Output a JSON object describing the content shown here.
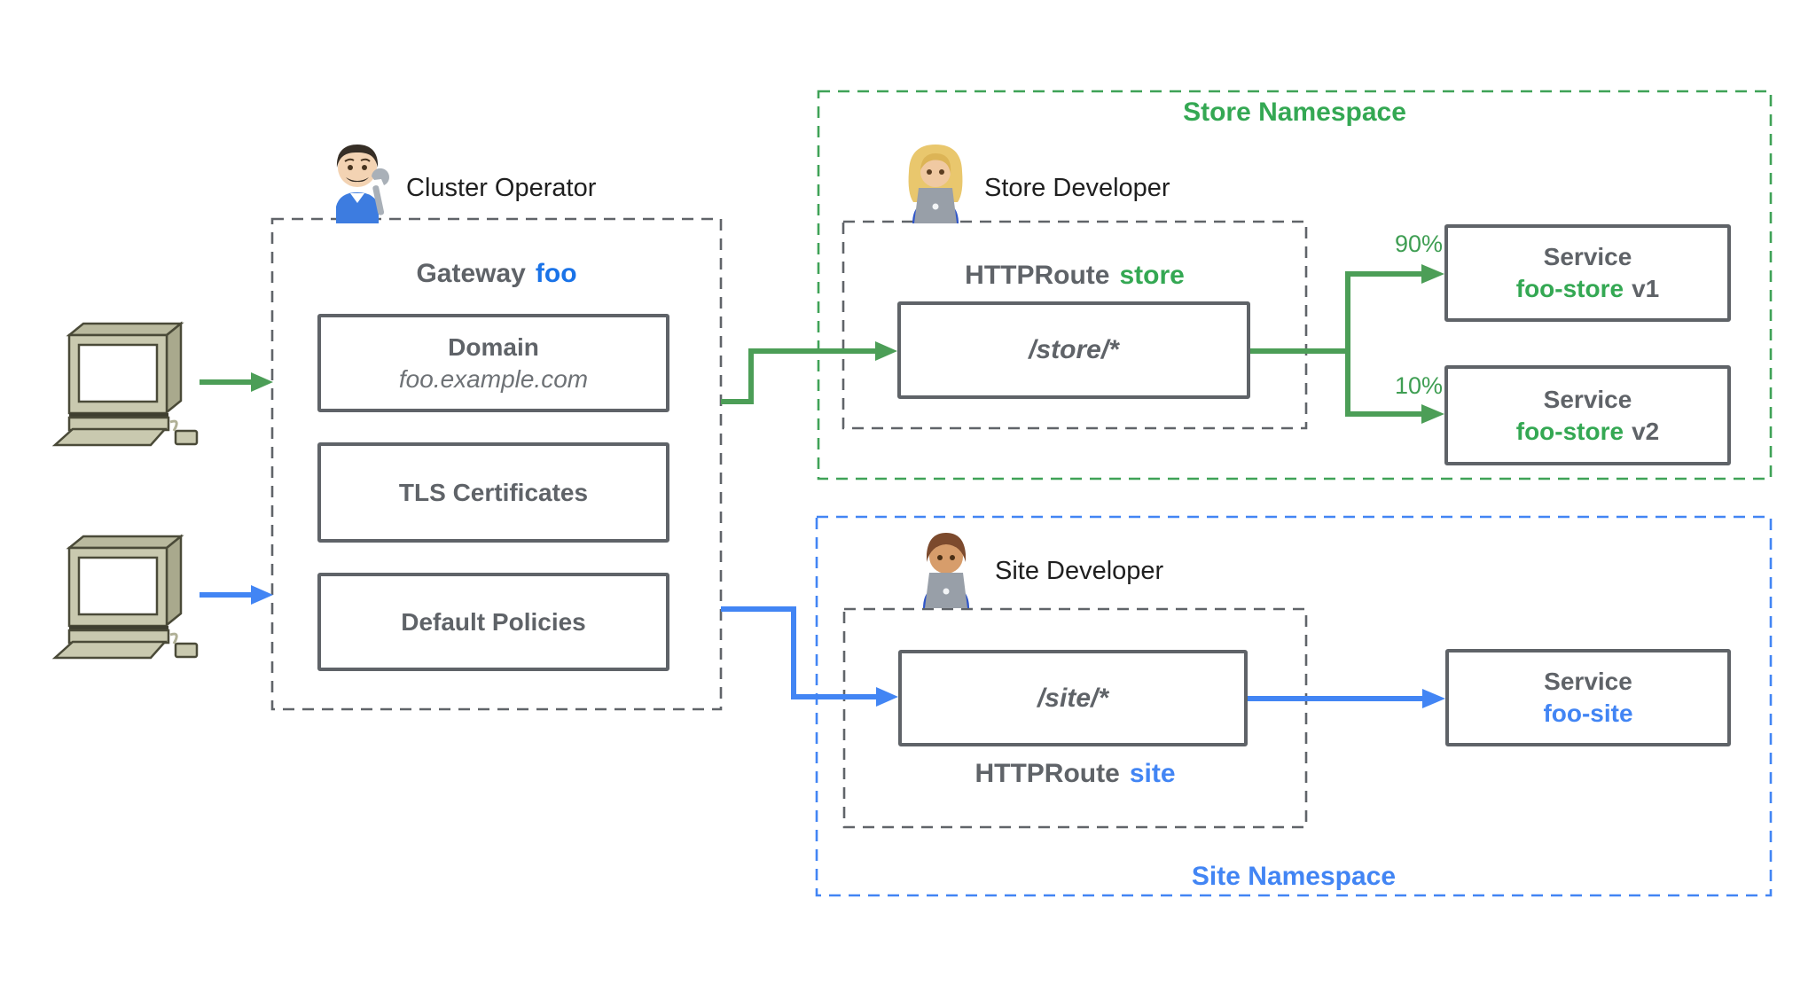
{
  "clients": {
    "icon": "desktop-computer-icon",
    "count": 2
  },
  "cluster_operator": {
    "label": "Cluster Operator",
    "icon": "man-mechanic-emoji"
  },
  "gateway": {
    "title_prefix": "Gateway",
    "title_name": "foo",
    "boxes": [
      {
        "title": "Domain",
        "subtitle": "foo.example.com"
      },
      {
        "title": "TLS Certificates"
      },
      {
        "title": "Default Policies"
      }
    ]
  },
  "store_namespace": {
    "label": "Store Namespace",
    "developer": {
      "label": "Store Developer",
      "icon": "woman-technologist-emoji"
    },
    "httproute": {
      "title_prefix": "HTTPRoute",
      "title_name": "store",
      "rule": "/store/*"
    },
    "weights": [
      {
        "label": "90%"
      },
      {
        "label": "10%"
      }
    ],
    "services": [
      {
        "title": "Service",
        "name": "foo-store",
        "version": "v1"
      },
      {
        "title": "Service",
        "name": "foo-store",
        "version": "v2"
      }
    ]
  },
  "site_namespace": {
    "label": "Site Namespace",
    "developer": {
      "label": "Site Developer",
      "icon": "man-technologist-emoji"
    },
    "httproute": {
      "title_prefix": "HTTPRoute",
      "title_name": "site",
      "rule": "/site/*"
    },
    "service": {
      "title": "Service",
      "name": "foo-site"
    }
  },
  "colors": {
    "green": "#34a853",
    "arrow_green": "#4c9e57",
    "blue": "#4285f4",
    "foo_blue": "#1a73e8",
    "gray": "#5f6368",
    "dash_gray": "#606469",
    "text_black": "#1f1f1f"
  }
}
